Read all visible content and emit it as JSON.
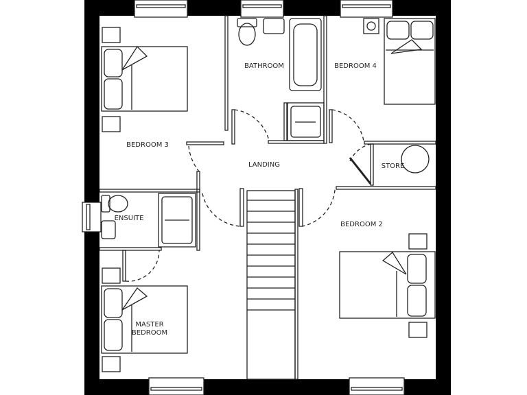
{
  "rooms": {
    "bedroom3": "BEDROOM 3",
    "bathroom": "BATHROOM",
    "bedroom4": "BEDROOM 4",
    "landing": "LANDING",
    "store": "STORE",
    "ensuite": "ENSUITE",
    "bedroom2": "BEDROOM 2",
    "master_bedroom": "MASTER\nBEDROOM"
  },
  "colors": {
    "wall": "#000000",
    "line": "#222222",
    "background": "#ffffff"
  }
}
